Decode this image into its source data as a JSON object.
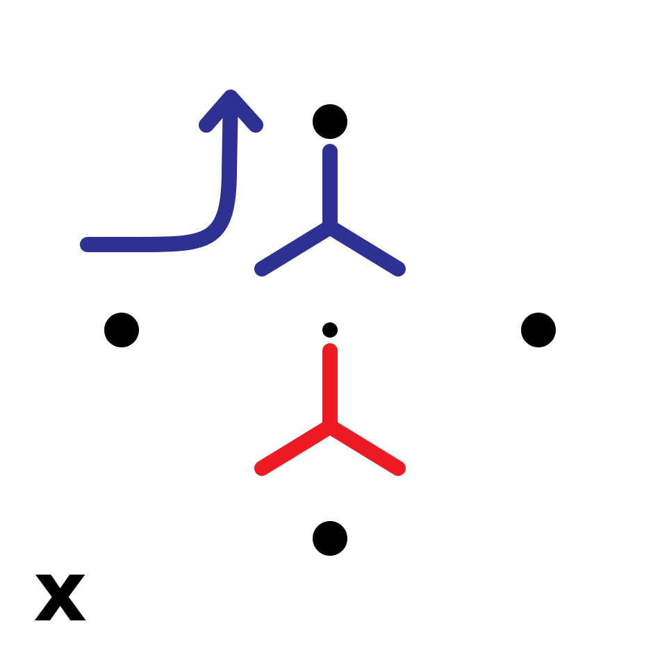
{
  "diagram": {
    "label": "x",
    "colors": {
      "background": "#ffffff",
      "dot": "#000000",
      "blue_symbol": "#2e3192",
      "red_symbol": "#ed1c24",
      "label": "#000000"
    },
    "elements": {
      "dots": [
        "top-dot",
        "left-dot",
        "center-dot",
        "right-dot",
        "bottom-dot"
      ],
      "symbols": [
        {
          "name": "blue-y-symbol",
          "color": "blue"
        },
        {
          "name": "red-y-symbol",
          "color": "red"
        }
      ],
      "arrow": {
        "name": "blue-rotation-arrow",
        "direction": "up"
      }
    }
  }
}
